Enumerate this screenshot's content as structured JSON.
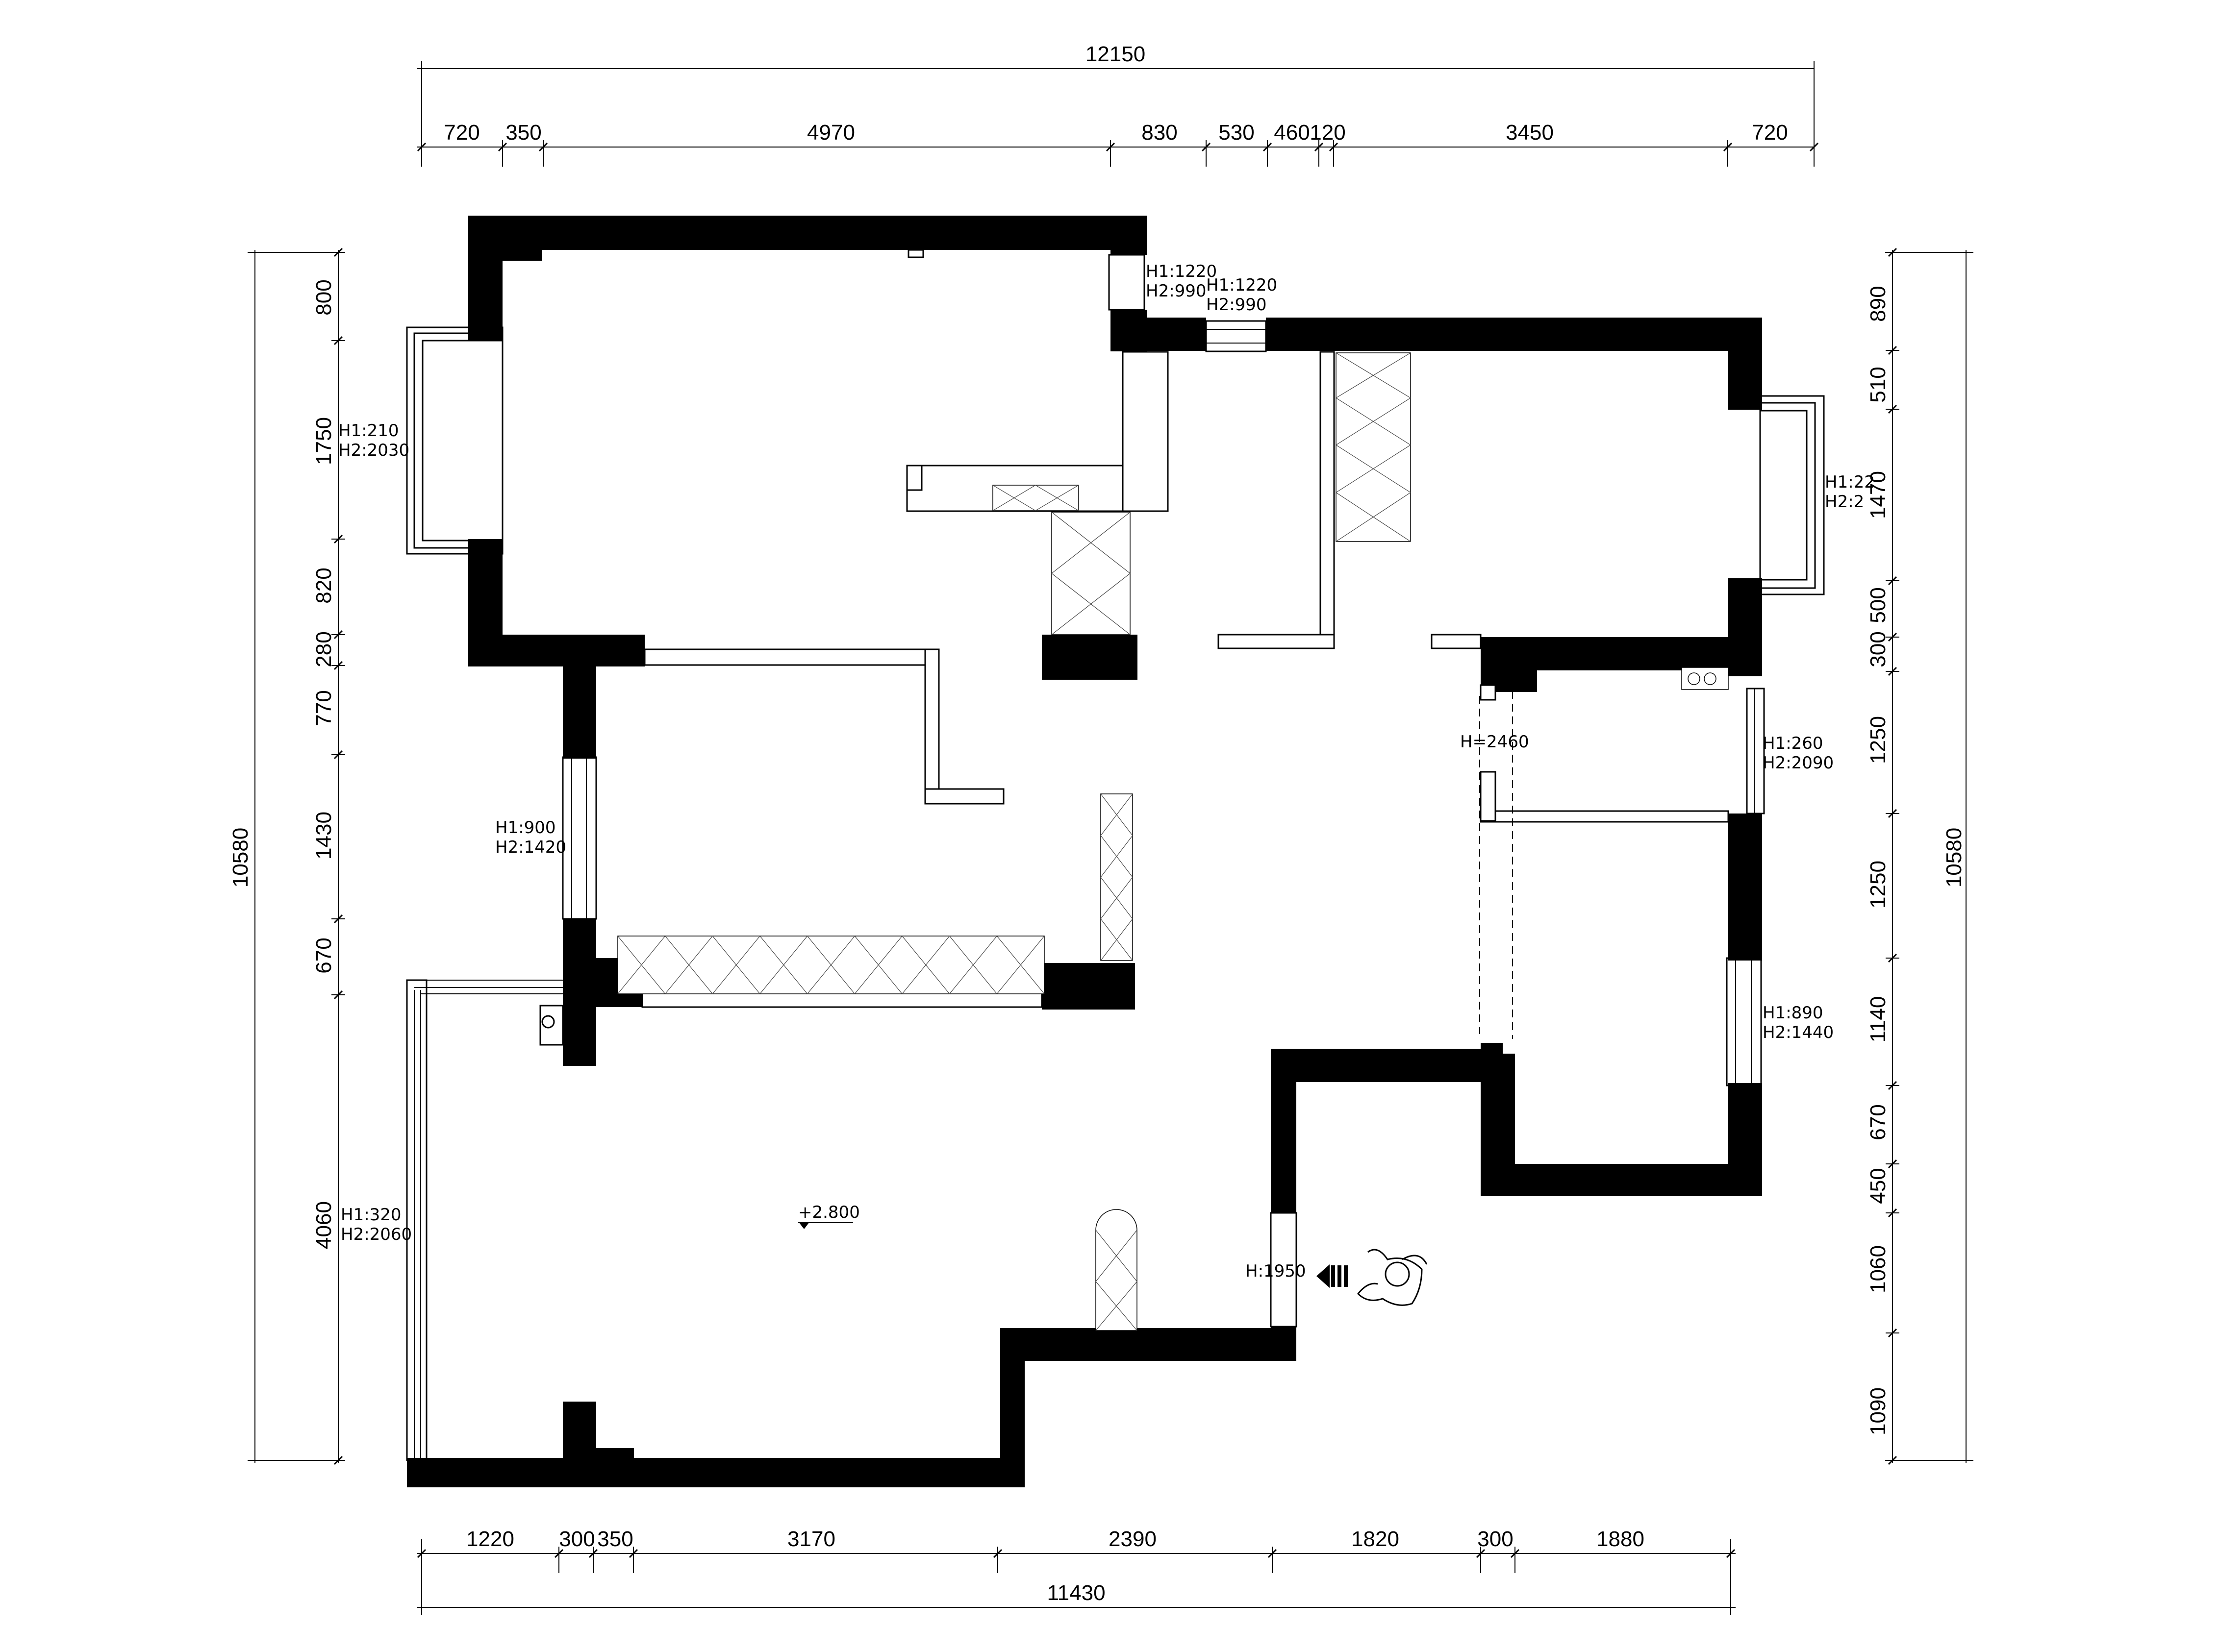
{
  "dimensions": {
    "top_total": "12150",
    "top_segments": [
      "720",
      "350",
      "4970",
      "830",
      "530",
      "460",
      "120",
      "3450",
      "720"
    ],
    "bottom_total": "11430",
    "bottom_segments": [
      "1220",
      "300",
      "350",
      "3170",
      "2390",
      "1820",
      "300",
      "1880"
    ],
    "left_total": "10580",
    "left_segments": [
      "800",
      "1750",
      "820",
      "280",
      "770",
      "1430",
      "670",
      "4060"
    ],
    "right_total": "10580",
    "right_segments": [
      "890",
      "510",
      "1470",
      "500",
      "300",
      "1250",
      "1250",
      "1140",
      "670",
      "450",
      "1060",
      "1090"
    ]
  },
  "annotations": {
    "win_top_a_h1": "H1:1220",
    "win_top_a_h2": "H2:990",
    "win_top_b_h1": "H1:1220",
    "win_top_b_h2": "H2:990",
    "win_left_top_h1": "H1:210",
    "win_left_top_h2": "H2:2030",
    "win_right_top_h1": "H1:22",
    "win_right_top_h2": "H2:2",
    "win_left_mid_h1": "H1:900",
    "win_left_mid_h2": "H2:1420",
    "win_right_mid_h1": "H1:260",
    "win_right_mid_h2": "H2:2090",
    "win_right_low_h1": "H1:890",
    "win_right_low_h2": "H2:1440",
    "win_left_low_h1": "H1:320",
    "win_left_low_h2": "H2:2060",
    "door_height": "H=2460",
    "entry_height": "H:1950",
    "floor_level": "+2.800"
  }
}
